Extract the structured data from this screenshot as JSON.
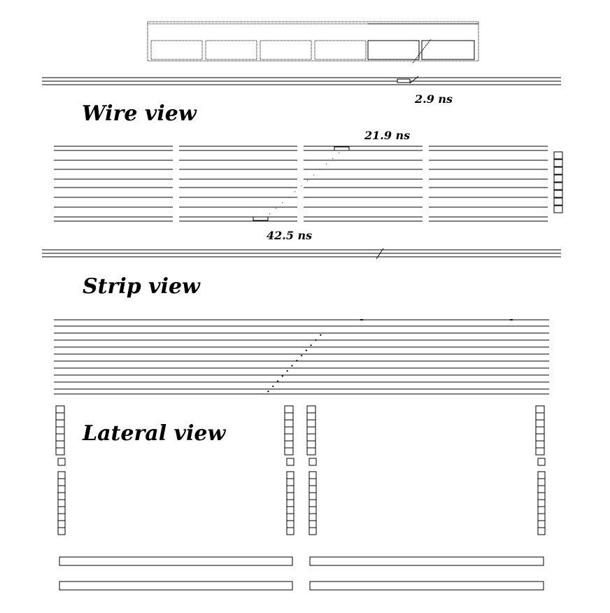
{
  "views": {
    "wire": {
      "title": "Wire view"
    },
    "strip": {
      "title": "Strip view"
    },
    "lateral": {
      "title": "Lateral view"
    }
  },
  "timings": {
    "top": "2.9 ns",
    "wire_upper": "21.9 ns",
    "wire_lower": "42.5 ns"
  },
  "colors": {
    "ink": "#000000",
    "background": "#ffffff"
  }
}
